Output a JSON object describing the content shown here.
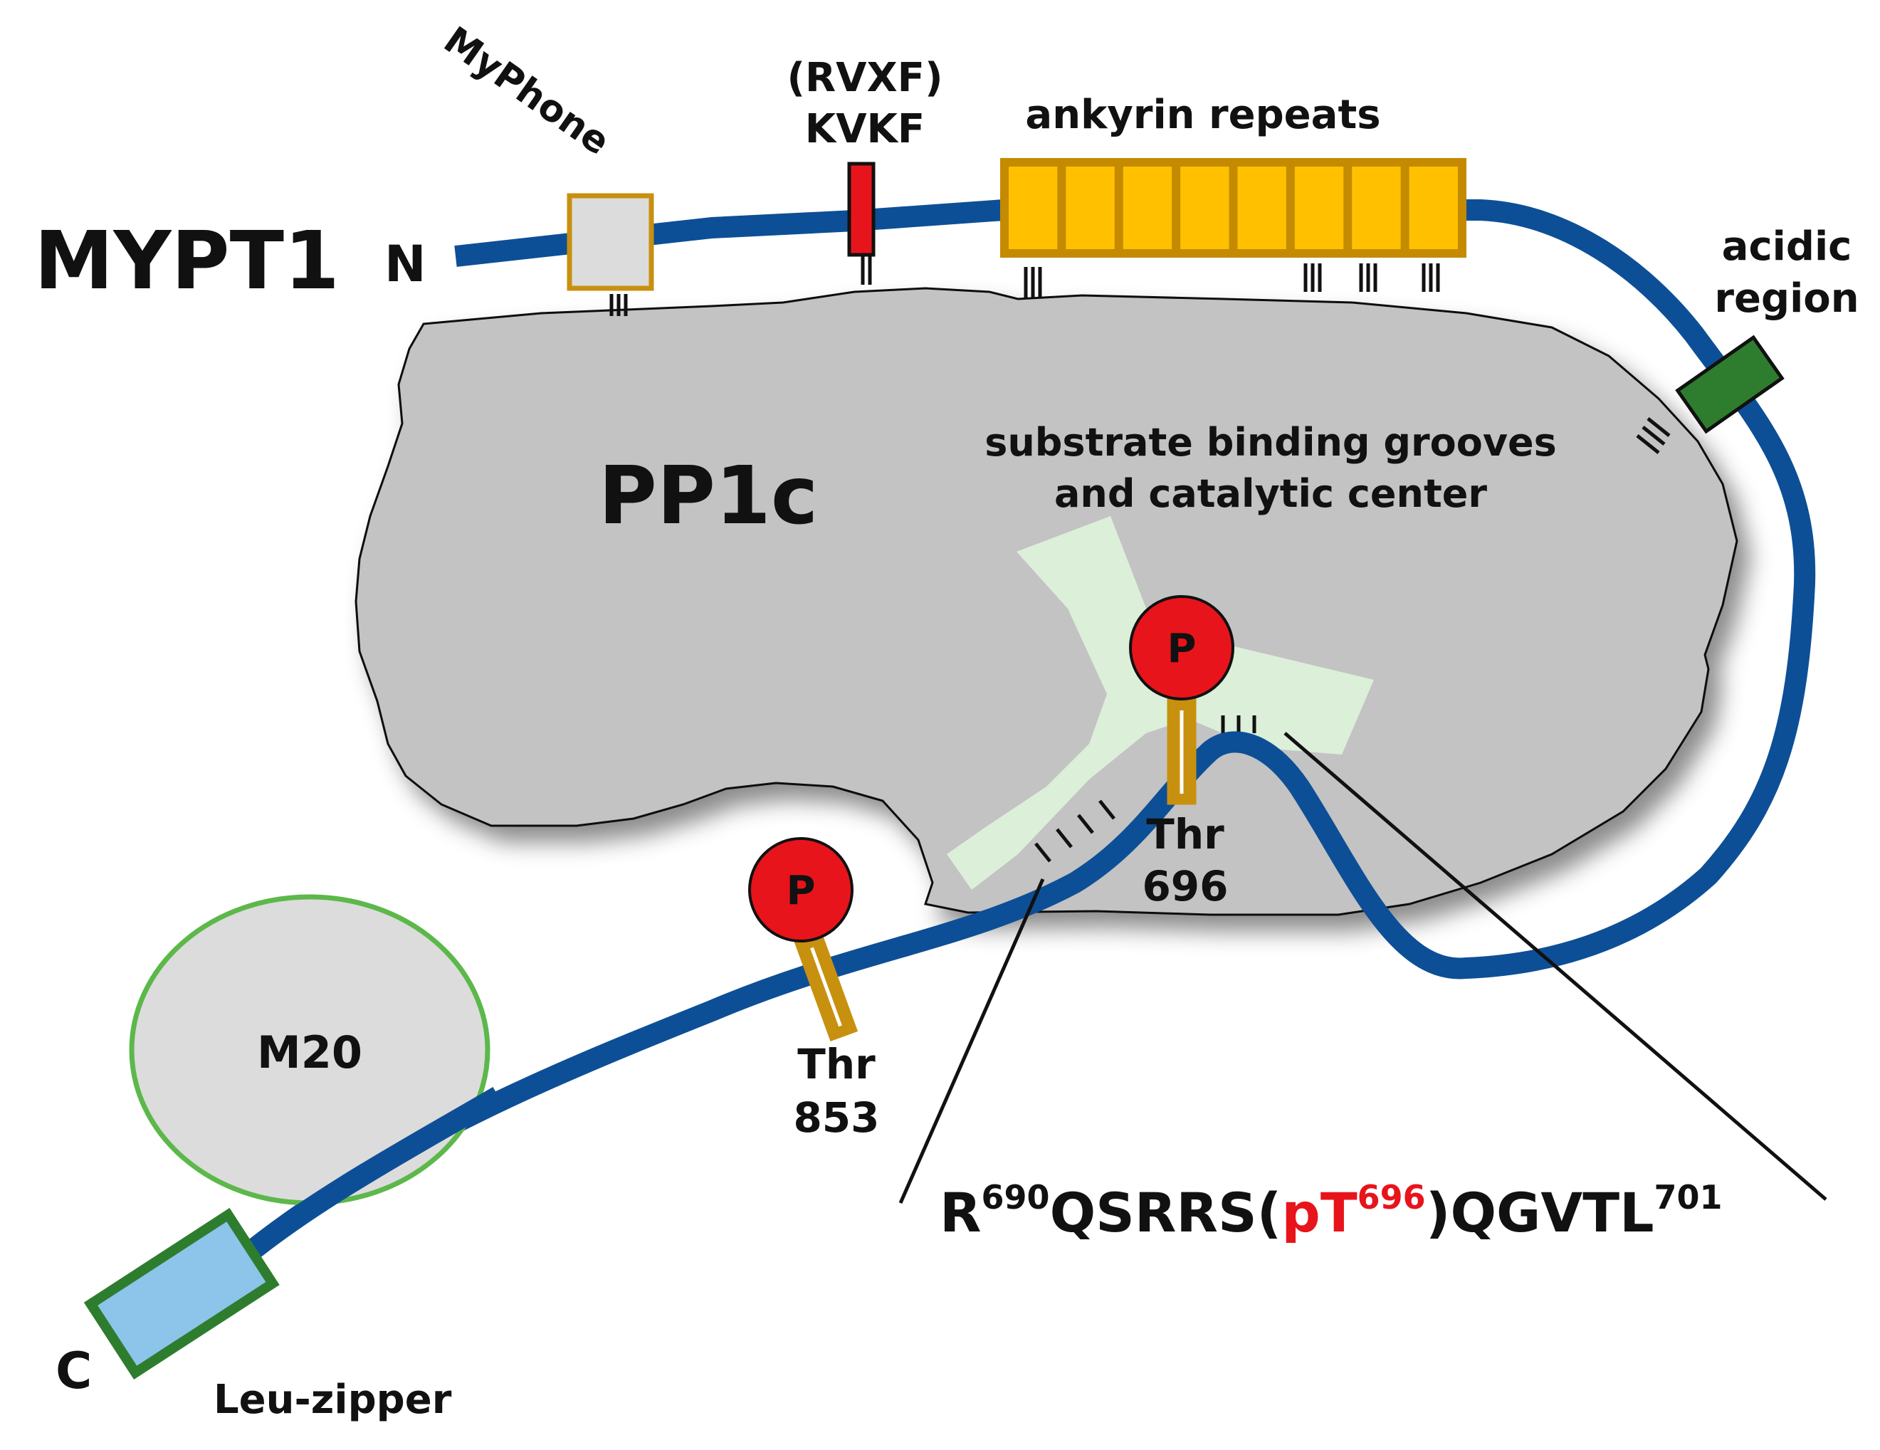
{
  "protein": {
    "name": "MYPT1",
    "n_terminus": "N",
    "c_terminus": "C"
  },
  "domains": {
    "myphone": "MyPhone",
    "rvxf_line1": "(RVXF)",
    "rvxf_line2": "KVKF",
    "ankyrin": "ankyrin repeats",
    "ankyrin_count": 8,
    "acidic_line1": "acidic",
    "acidic_line2": "region",
    "m20": "M20",
    "leu_zipper": "Leu-zipper"
  },
  "pp1c": {
    "name": "PP1c",
    "groove_line1": "substrate binding grooves",
    "groove_line2": "and catalytic center"
  },
  "phosphosites": {
    "p_symbol": "P",
    "thr696_line1": "Thr",
    "thr696_line2": "696",
    "thr853_line1": "Thr",
    "thr853_line2": "853"
  },
  "sequence": {
    "start_residue": "R",
    "start_number": "690",
    "segment1": "QSRRS(",
    "phospho_residue": "pT",
    "phospho_number": "696",
    "segment2": ")QGVTL",
    "end_number": "701"
  },
  "colors": {
    "backbone": "#0d4f96",
    "pp1c_fill": "#c3c3c3",
    "groove_fill": "#dcefd9",
    "ankyrin_fill": "#ffc000",
    "ankyrin_border": "#c48a00",
    "gold_border": "#c8900f",
    "rvxf_fill": "#e8141b",
    "acidic_fill": "#2e7d2e",
    "m20_border": "#5cb84a",
    "leu_fill": "#8cc4ea",
    "leu_border": "#2e7d2e",
    "phospho_fill": "#e8141b"
  }
}
